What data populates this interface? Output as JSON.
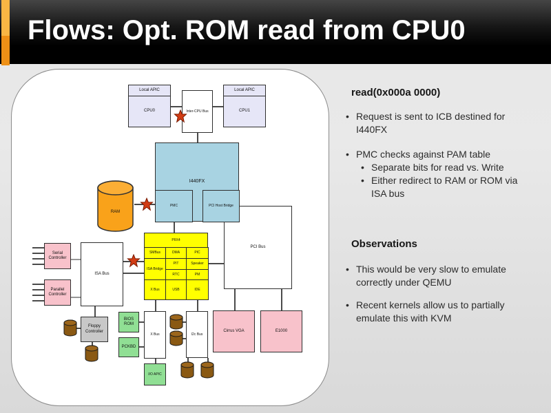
{
  "slide": {
    "title": "Flows: Opt. ROM read from CPU0"
  },
  "diagram": {
    "cpu0_header": "Local APIC",
    "cpu0_label": "CPU0",
    "cpu1_header": "Local APIC",
    "cpu1_label": "CPU1",
    "inter_cpu_bus_label": "Inter-CPU Bus",
    "i440fx_label": "I440FX",
    "pmc_label": "PMC",
    "pci_host_bridge_label": "PCI Host Bridge",
    "ram_label": "RAM",
    "pci_bus_label": "PCI Bus",
    "piix4": {
      "title": "PIIX4",
      "smbus": "SMBus",
      "dma": "DMA",
      "pic": "PIC",
      "isa_bridge": "ISA Bridge",
      "pit": "PIT",
      "speaker": "Speaker",
      "rtc": "RTC",
      "pm": "PM",
      "x_bus": "X Bus",
      "usb": "USB",
      "ide": "IDE"
    },
    "isa_bus_label": "ISA Bus",
    "serial_label": "Serial Controller",
    "parallel_label": "Parallel Controller",
    "floppy_label": "Floppy Controller",
    "bios_rom_label": "BIOS ROM",
    "pckbd_label": "PCKBD",
    "x_bus_box_label": "X Bus",
    "io_apic_label": "I/O APIC",
    "i2c_bus_label": "I2c Bus",
    "cirrus_label": "Cirrus VGA",
    "e1000_label": "E1000"
  },
  "notes": {
    "heading1": "read(0x000a 0000)",
    "bullets1": [
      {
        "text": "Request is sent to ICB destined for I440FX",
        "subs": []
      },
      {
        "text": "PMC checks against PAM table",
        "subs": [
          "Separate bits for read vs. Write",
          "Either redirect to RAM or ROM via ISA bus"
        ]
      }
    ],
    "heading2": "Observations",
    "bullets2": [
      {
        "text": "This would be very slow to emulate correctly under QEMU"
      },
      {
        "text": "Recent kernels allow us to partially emulate this with KVM"
      }
    ]
  },
  "colors": {
    "accent_orange": "#f5a623",
    "title_bg": "#000000",
    "box_lavender": "#e6e6f7",
    "box_blue": "#a8d3e2",
    "box_yellow": "#ffff00",
    "box_green": "#90df94",
    "box_pink": "#f8c2cb",
    "box_gray": "#c8c8c8",
    "ram_orange": "#f9a21a",
    "disk_brown": "#8a5913",
    "star_red": "#d23c14"
  }
}
